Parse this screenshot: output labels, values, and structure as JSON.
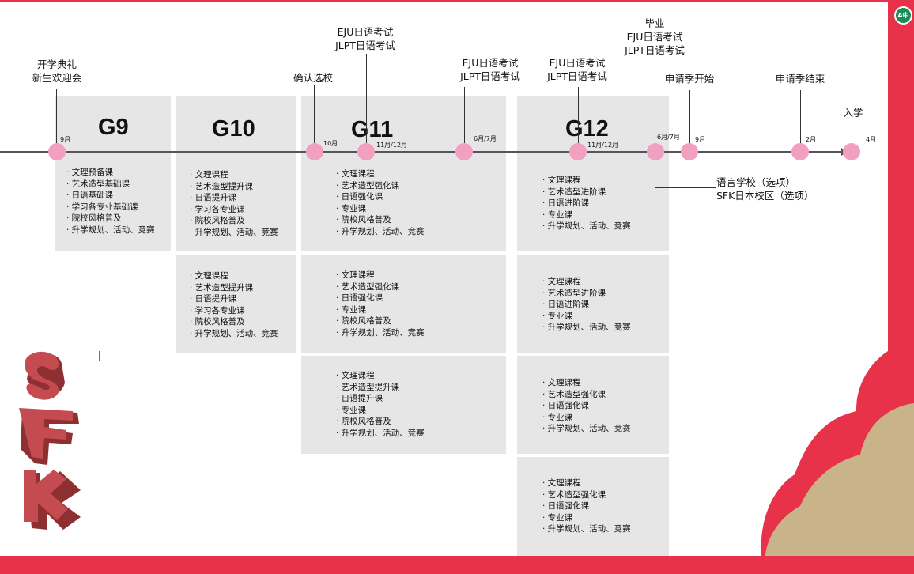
{
  "grades": {
    "g9": "G9",
    "g10": "G10",
    "g11": "G11",
    "g12": "G12"
  },
  "months": {
    "m_sep1": "9月",
    "m_oct": "10月",
    "m_novdec1": "11月/12月",
    "m_junjul1": "6月/7月",
    "m_novdec2": "11月/12月",
    "m_junjul2": "6月/7月",
    "m_sep2": "9月",
    "m_feb": "2月",
    "m_apr": "4月"
  },
  "events": {
    "opening": [
      "开学典礼",
      "新生欢迎会"
    ],
    "choose_school": [
      "确认选校"
    ],
    "exam1": [
      "EJU日语考试",
      "JLPT日语考试"
    ],
    "exam2": [
      "EJU日语考试",
      "JLPT日语考试"
    ],
    "exam3": [
      "EJU日语考试",
      "JLPT日语考试"
    ],
    "graduation": [
      "毕业",
      "EJU日语考试",
      "JLPT日语考试"
    ],
    "apply_start": [
      "申请季开始"
    ],
    "apply_end": [
      "申请季结束"
    ],
    "enroll": [
      "入学"
    ],
    "lang_school": [
      "语言学校（选项）",
      "SFK日本校区（选项）"
    ]
  },
  "courses": {
    "g9": [
      "· 文理预备课",
      "· 艺术造型基础课",
      "· 日语基础课",
      "· 学习各专业基础课",
      "· 院校风格普及",
      "· 升学规划、活动、竞赛"
    ],
    "g10a": [
      "· 文理课程",
      "· 艺术造型提升课",
      "· 日语提升课",
      "· 学习各专业课",
      "· 院校风格普及",
      "· 升学规划、活动、竞赛"
    ],
    "g10b": [
      "· 文理课程",
      "· 艺术造型提升课",
      "· 日语提升课",
      "· 学习各专业课",
      "· 院校风格普及",
      "· 升学规划、活动、竞赛"
    ],
    "g11a": [
      "· 文理课程",
      "· 艺术造型强化课",
      "· 日语强化课",
      "· 专业课",
      "· 院校风格普及",
      "· 升学规划、活动、竞赛"
    ],
    "g11b": [
      "· 文理课程",
      "· 艺术造型强化课",
      "· 日语强化课",
      "· 专业课",
      "· 院校风格普及",
      "· 升学规划、活动、竞赛"
    ],
    "g11c": [
      "· 文理课程",
      "· 艺术造型提升课",
      "· 日语提升课",
      "· 专业课",
      "· 院校风格普及",
      "· 升学规划、活动、竞赛"
    ],
    "g12a": [
      "· 文理课程",
      "· 艺术造型进阶课",
      "· 日语进阶课",
      "· 专业课",
      "· 升学规划、活动、竞赛"
    ],
    "g12b": [
      "· 文理课程",
      "· 艺术造型进阶课",
      "· 日语进阶课",
      "· 专业课",
      "· 升学规划、活动、竞赛"
    ],
    "g12c": [
      "· 文理课程",
      "· 艺术造型强化课",
      "· 日语强化课",
      "· 专业课",
      "· 升学规划、活动、竞赛"
    ],
    "g12d": [
      "· 文理课程",
      "· 艺术造型强化课",
      "· 日语强化课",
      "· 专业课",
      "· 升学规划、活动、竞赛"
    ]
  },
  "colors": {
    "frame": "#e8324a",
    "box": "#e6e6e6",
    "dot": "#f2a0c0",
    "tan": "#c9b48a",
    "block": "#c44b4f",
    "icon": "#1d8a57"
  },
  "icons": {
    "language": "translate-icon",
    "logo": "sfk-3d-letters-logo"
  },
  "logo_letters": "SFK"
}
